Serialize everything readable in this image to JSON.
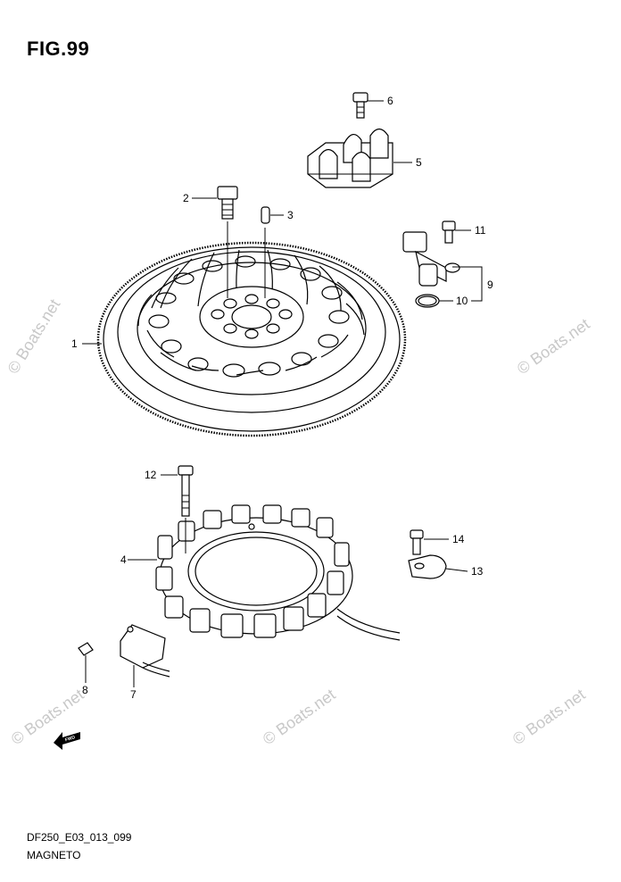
{
  "figure": {
    "title": "FIG.99",
    "diagram_code": "DF250_E03_013_099",
    "diagram_name": "MAGNETO"
  },
  "watermark": "© Boats.net",
  "direction_arrow": {
    "label": "FWD",
    "icon": "fwd-arrow-icon"
  },
  "callouts": [
    {
      "number": "1",
      "part": "flywheel"
    },
    {
      "number": "2",
      "part": "flywheel-bolt"
    },
    {
      "number": "3",
      "part": "dowel-pin"
    },
    {
      "number": "4",
      "part": "stator"
    },
    {
      "number": "5",
      "part": "bracket"
    },
    {
      "number": "6",
      "part": "bracket-bolt"
    },
    {
      "number": "7",
      "part": "pulser-coil"
    },
    {
      "number": "8",
      "part": "pulser-screw"
    },
    {
      "number": "9",
      "part": "sensor-assembly"
    },
    {
      "number": "10",
      "part": "o-ring"
    },
    {
      "number": "11",
      "part": "sensor-bolt"
    },
    {
      "number": "12",
      "part": "stator-bolt"
    },
    {
      "number": "13",
      "part": "clamp"
    },
    {
      "number": "14",
      "part": "clamp-bolt"
    }
  ]
}
